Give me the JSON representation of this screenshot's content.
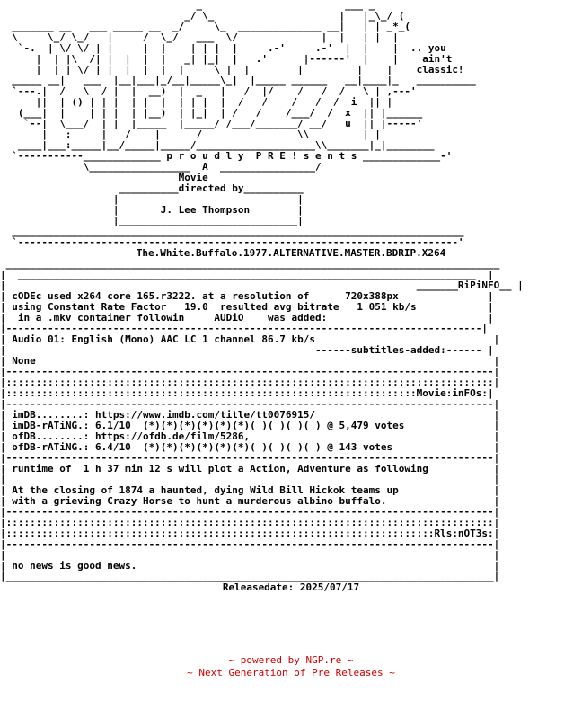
{
  "banner": [
    "                                 _                        ___ _",
    "                               _/ \\_                     |   |_\\_/ (",
    "  _______ __   ___ _____ __  _/     \\_  ______________ __|   | | _*_(",
    "  \\     \\_/ \\_/   |     /  \\_/   ___  \\/              |  |   | |  |",
    "   `-.  | \\/ \\/ | |     |  |    | | |  |     .-'     .-'  |  |    |  .. you",
    "      |  | |\\  /| |  |  |  |   _| |_|  |   .'      |------'  |    |    ain't",
    "      |  | | \\/ | |  |  |  |  |     \\ |  |        |         |    |    classic!",
    "  _____ __|   ___  |__|___|_/__|_____\\_|  |_____ ______   __|____|_   __________",
    "  `---.|  /   \\  / |  |  __)  |  _   |   /  |/    /   /  /   \\ | ,---'",
    "      ||  | () | | |  | |  |  | | |  |  /   /    /   /  /  i  || |",
    "   (___|  |    | | |  | |__)  | |_|  | /   /    /___/  /  x  || |______",
    "    `--|  \\___/  | |  |_____  |_____/ /___/_______/ __/   u  || |-----'",
    "       |   :     |   /    |      /                \\\\         | |",
    "   ____|___:_____|__/_____|_____/____________________\\\\_______|_|________",
    "  `-----------_____________ p r o u d l y  P R E ! s e n t s _____________-'",
    "              \\_________________  A  ________________/",
    "                              Movie",
    "                    __________directed by__________",
    "                   |                              |",
    "                   |       J. Lee Thompson        |",
    "                   |______________________________|",
    "  ____________________________________________________________________________",
    "  `--------------------------------------------------------------------------'"
  ],
  "release_name": "The.White.Buffalo.1977.ALTERNATIVE.MASTER.BDRIP.X264",
  "box_top": " ___________________________________________________________________________________ ",
  "box_top2": "|  _____________________________________________________________________________  |",
  "sections": {
    "ripinfo_header": "|                                                                     _______RiPiNFO__ |",
    "codec_lines": [
      "| cODEc used x264 core 165.r3222. at a resolution of      720x388px               |",
      "| using Constant Rate Factor   19.0  resulted avg bitrate   1 051 kb/s            |",
      "|  in a .mkv container followin     AUDiO    was added:                           |",
      "|--------------------------------------------------------------------------------|",
      "| Audio 01: English (Mono) AAC LC 1 channel 86.7 kb/s                              |",
      "|                                                    ------subtitles-added:------ |",
      "| None                                                                             |",
      "|----------------------------------------------------------------------------------|"
    ],
    "movieinfo_header": [
      "|::::::::::::::::::::::::::::::::::::::::::::::::::::::::::::::::::::::::::::::::::|",
      "|:::::::::::::::::::::::::::::::::::::::::::::::::::::::::::::::::::::Movie:inFOs:|",
      "|----------------------------------------------------------------------------------|"
    ],
    "movie_lines": [
      "| imDB........: https://www.imdb.com/title/tt0076915/                              |",
      "| imDB-rATiNG.: 6.1/10  (*)(*)(*)(*)(*)(*)( )( )( )( ) @ 5,479 votes               |",
      "| ofDB........: https://ofdb.de/film/5286,                                         |",
      "| ofDB-rATiNG.: 6.4/10  (*)(*)(*)(*)(*)(*)( )( )( )( ) @ 143 votes                 |",
      "|----------------------------------------------------------------------------------|",
      "| runtime of  1 h 37 min 12 s will plot a Action, Adventure as following           |",
      "|                                                                                  |",
      "| At the closing of 1874 a haunted, dying Wild Bill Hickok teams up                |",
      "| with a grieving Crazy Horse to hunt a murderous albino buffalo.                  |",
      "|----------------------------------------------------------------------------------|"
    ],
    "rlsnotes_header": [
      "|::::::::::::::::::::::::::::::::::::::::::::::::::::::::::::::::::::::::::::::::::|",
      "|::::::::::::::::::::::::::::::::::::::::::::::::::::::::::::::::::::::::Rls:nOT3s:|",
      "|----------------------------------------------------------------------------------|"
    ],
    "notes_lines": [
      "|                                                                                  |",
      "| no news is good news.                                                            |",
      "|__________________________________________________________________________________|"
    ]
  },
  "release_date": "Releasedate: 2025/07/17",
  "footer": {
    "powered": "~ powered by NGP.re ~",
    "tagline": "~ Next Generation of Pre Releases ~"
  }
}
